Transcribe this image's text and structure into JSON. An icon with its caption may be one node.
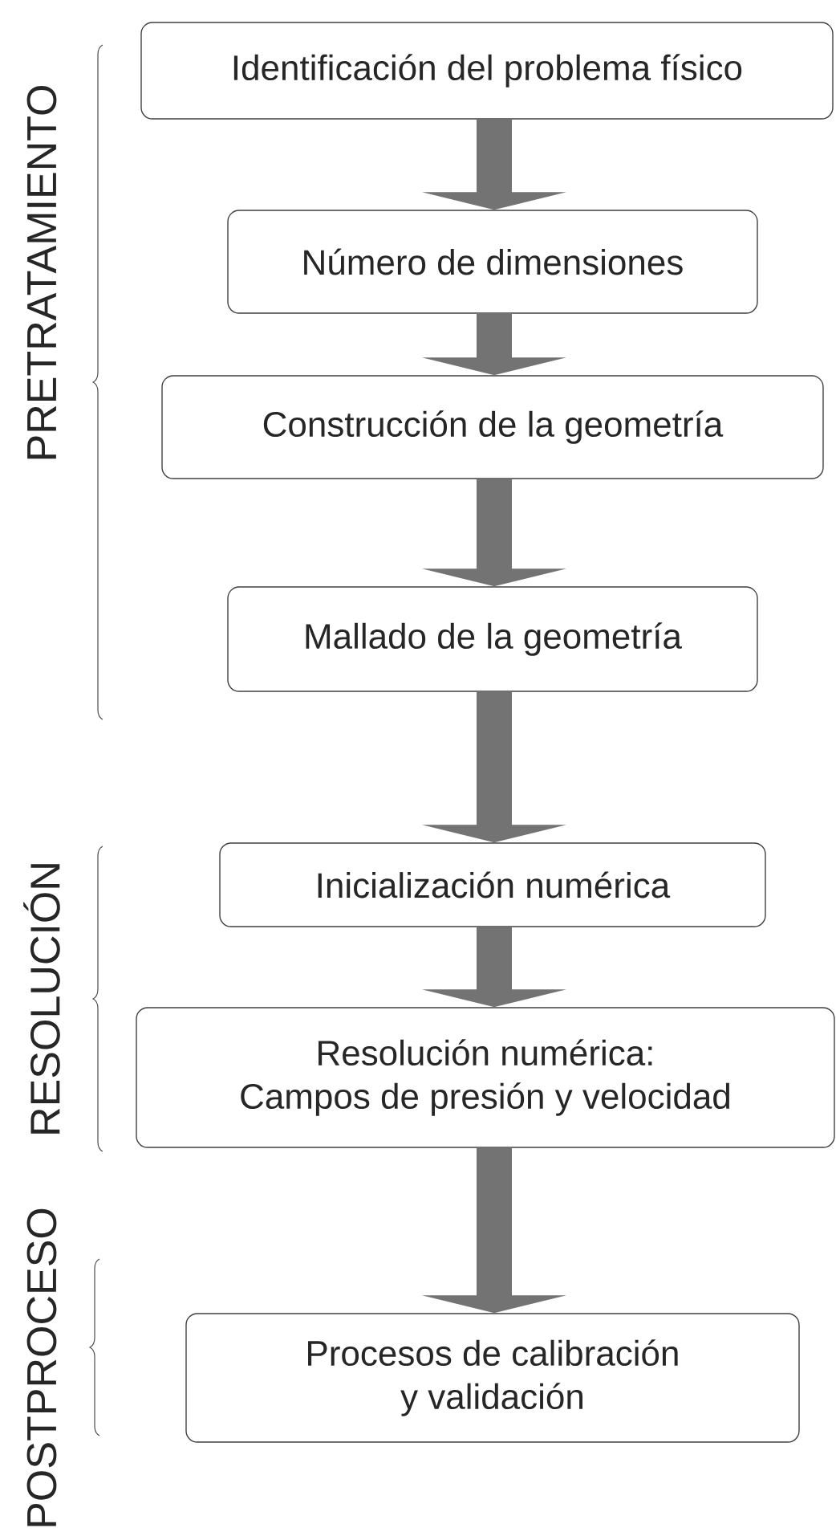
{
  "diagram": {
    "nodes": [
      {
        "text": [
          "Identificación del problema físico"
        ]
      },
      {
        "text": [
          "Número de dimensiones"
        ]
      },
      {
        "text": [
          "Construcción de la geometría"
        ]
      },
      {
        "text": [
          "Mallado de la geometría"
        ]
      },
      {
        "text": [
          "Inicialización numérica"
        ]
      },
      {
        "text": [
          "Resolución numérica: Campos de presión y velocidad"
        ]
      },
      {
        "text": [
          "Procesos de calibración y validación"
        ]
      }
    ],
    "edges": [
      {
        "from": 0,
        "to": 1,
        "arrow": "to"
      },
      {
        "from": 1,
        "to": 2,
        "arrow": "to"
      },
      {
        "from": 2,
        "to": 3,
        "arrow": "to"
      },
      {
        "from": 3,
        "to": 4,
        "arrow": "to"
      },
      {
        "from": 4,
        "to": 5,
        "arrow": "to"
      },
      {
        "from": 5,
        "to": 6,
        "arrow": "to"
      }
    ],
    "labels": [
      "PRETRATAMIENTO",
      "RESOLUCIÓN",
      "POSTPROCESO"
    ]
  }
}
